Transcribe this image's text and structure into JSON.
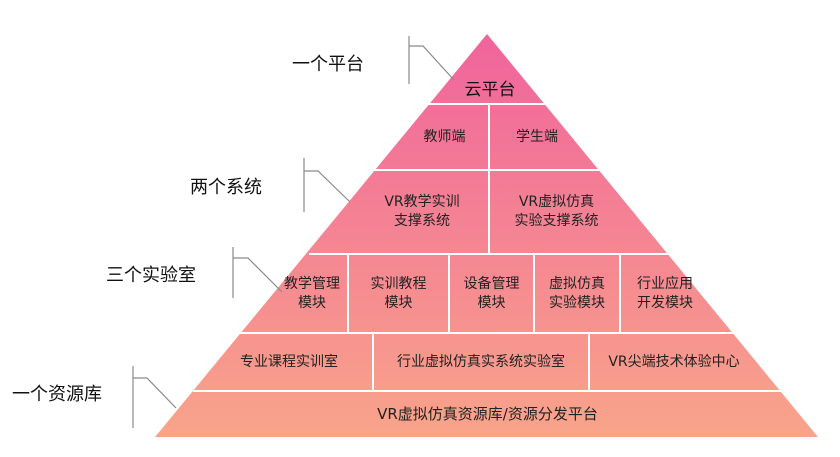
{
  "side_labels": {
    "platform": "一个平台",
    "systems": "两个系统",
    "labs": "三个实验室",
    "resource": "一个资源库"
  },
  "pyramid": {
    "colors": {
      "top": "#f0649c",
      "bottom": "#f9a48a",
      "divider": "#ffffff"
    },
    "cloud": "云平台",
    "teacher_end": "教师端",
    "student_end": "学生端",
    "vr_teaching_system": "VR教学实训\n支撑系统",
    "vr_sim_system": "VR虚拟仿真\n实验支撑系统",
    "modules": [
      "教学管理\n模块",
      "实训教程\n模块",
      "设备管理\n模块",
      "虚拟仿真\n实验模块",
      "行业应用\n开发模块"
    ],
    "labs": [
      "专业课程实训室",
      "行业虚拟仿真实系统实验室",
      "VR尖端技术体验中心"
    ],
    "resource_platform": "VR虚拟仿真资源库/资源分发平台"
  }
}
